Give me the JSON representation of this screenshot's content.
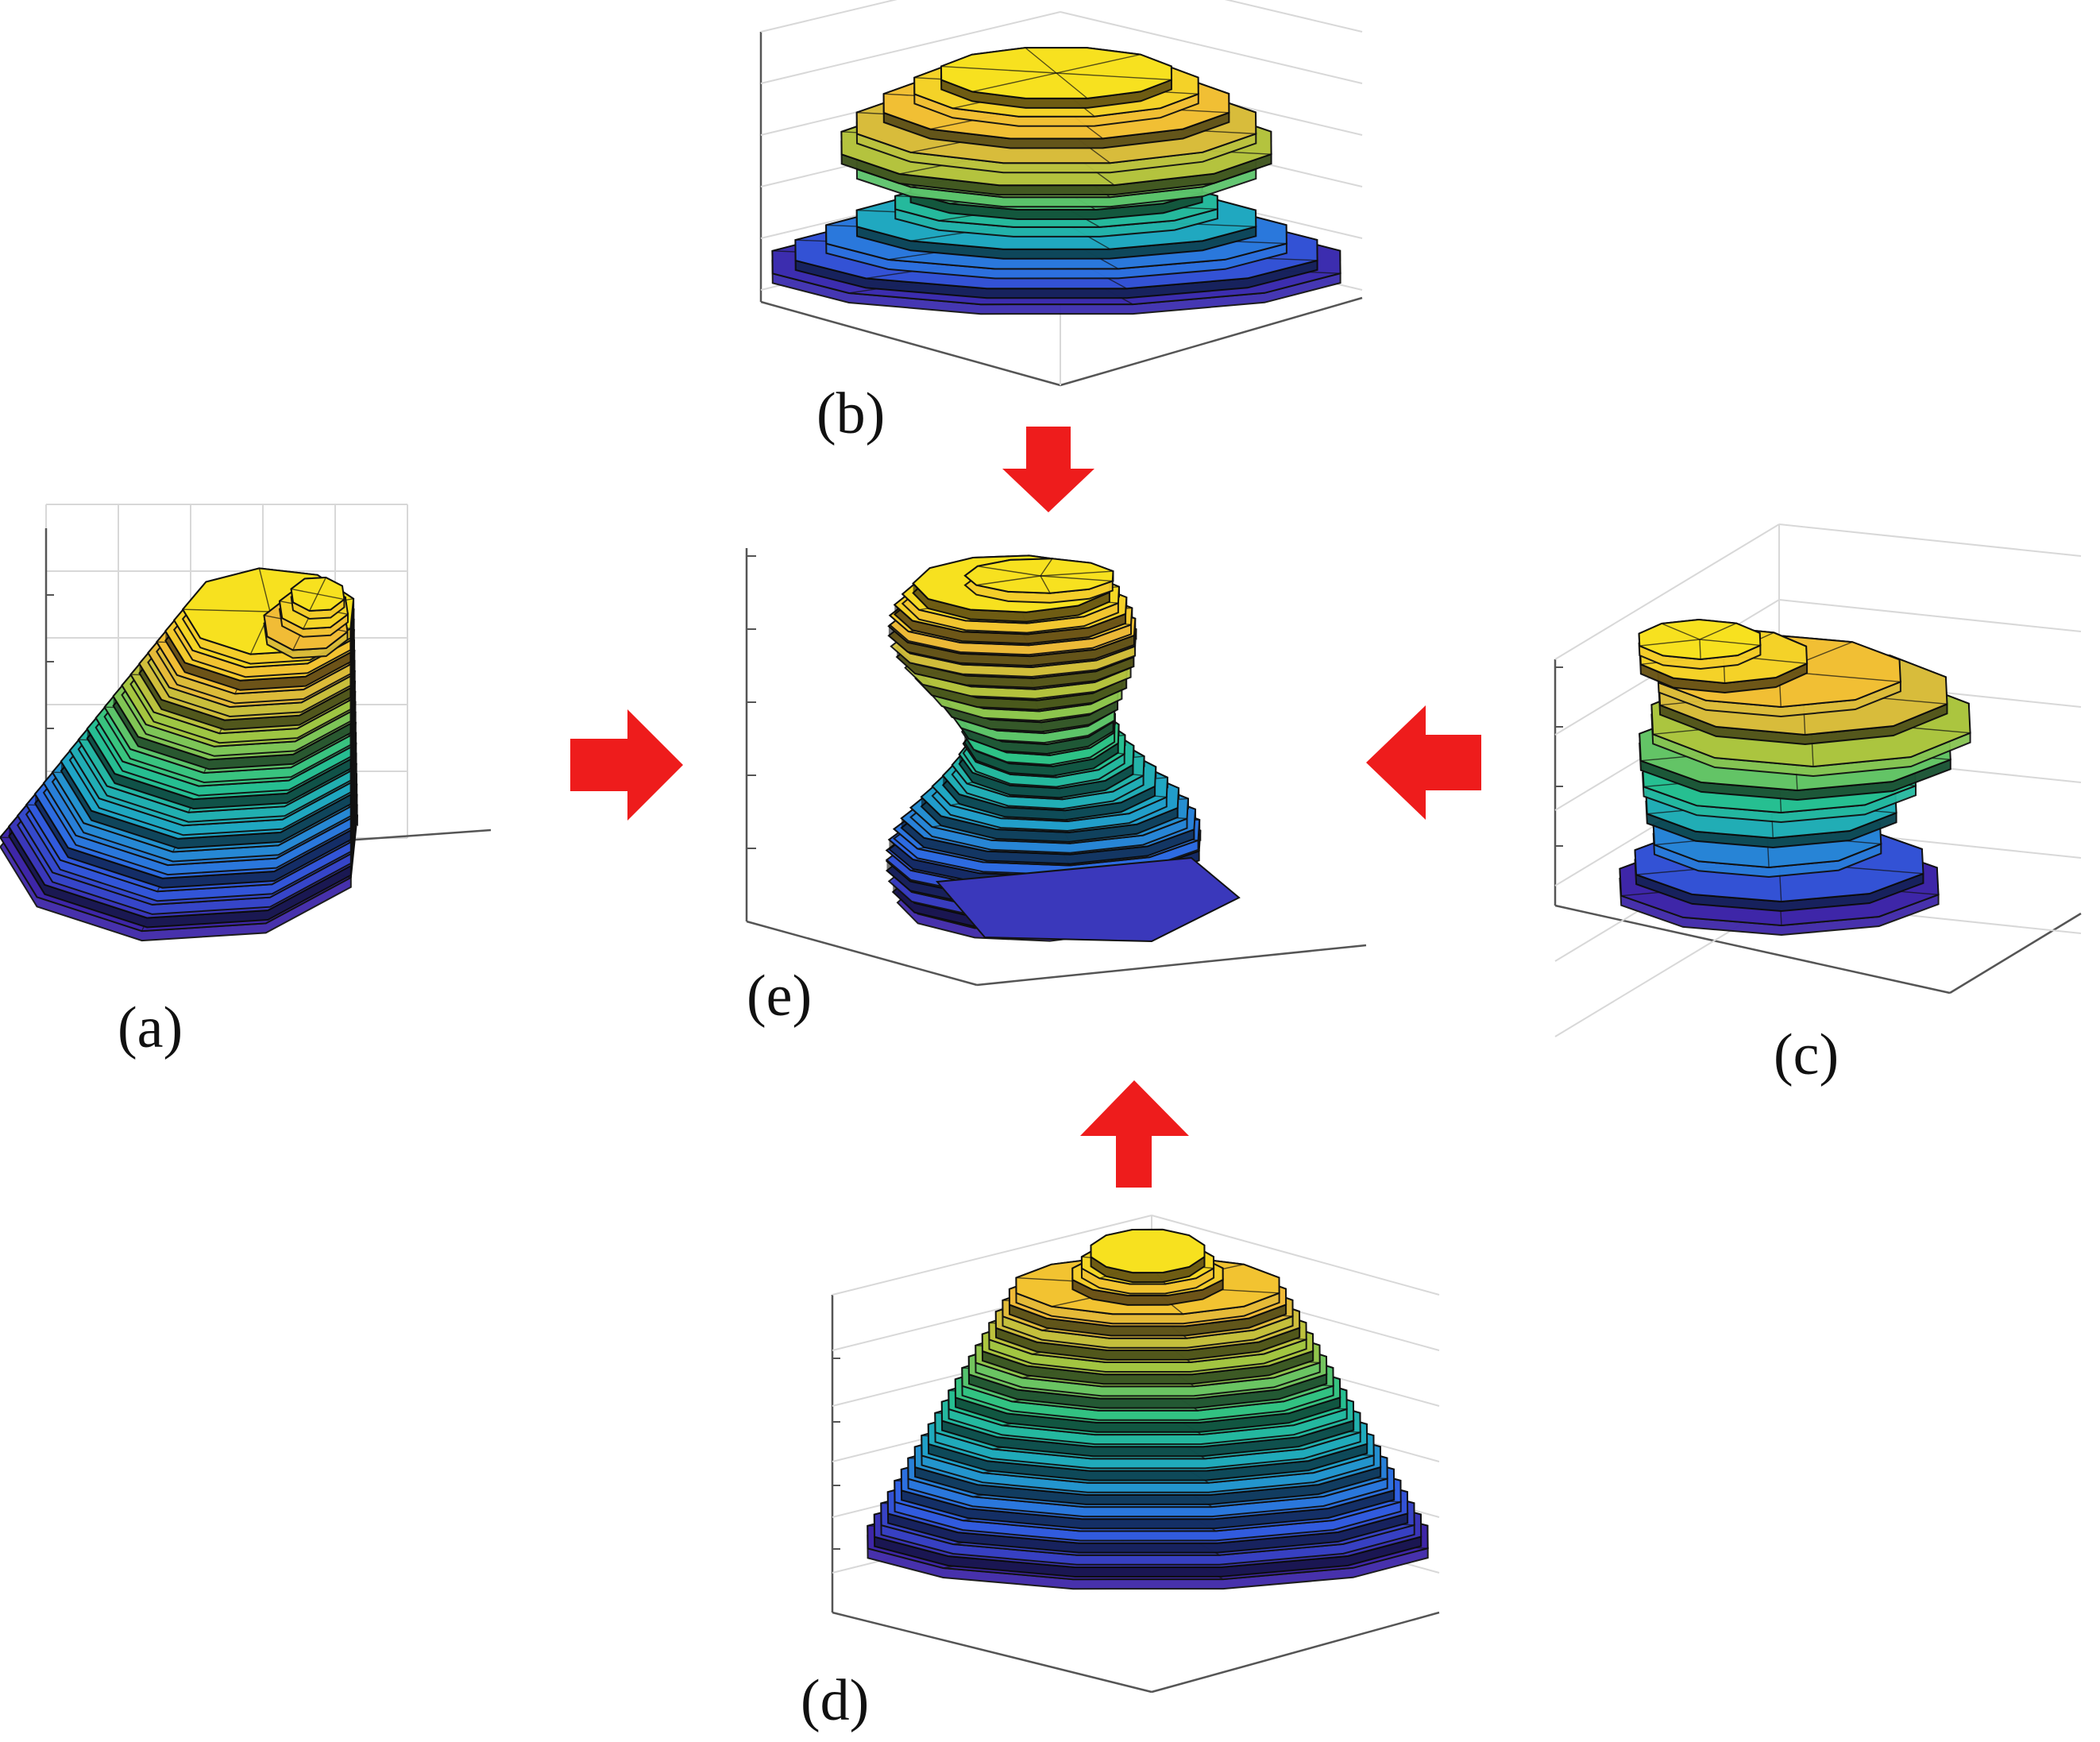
{
  "panels": [
    {
      "id": "a",
      "label": "(a)",
      "shape": "tilted-left-stack"
    },
    {
      "id": "b",
      "label": "(b)",
      "shape": "mushroom-stack"
    },
    {
      "id": "c",
      "label": "(c)",
      "shape": "tilted-right-stack"
    },
    {
      "id": "d",
      "label": "(d)",
      "shape": "pyramid-stack"
    },
    {
      "id": "e",
      "label": "(e)",
      "shape": "fused-tower"
    }
  ],
  "arrows": [
    {
      "from": "a",
      "to": "e",
      "direction": "right"
    },
    {
      "from": "b",
      "to": "e",
      "direction": "down"
    },
    {
      "from": "c",
      "to": "e",
      "direction": "left"
    },
    {
      "from": "d",
      "to": "e",
      "direction": "up"
    }
  ],
  "colors": {
    "arrow": "#ee1c1c",
    "colormap": [
      "#3e26a8",
      "#2f63e6",
      "#1fa5c6",
      "#27c28a",
      "#a5c640",
      "#f0b838",
      "#f7e11f"
    ]
  },
  "icons": {
    "arrow": "arrow-icon"
  }
}
